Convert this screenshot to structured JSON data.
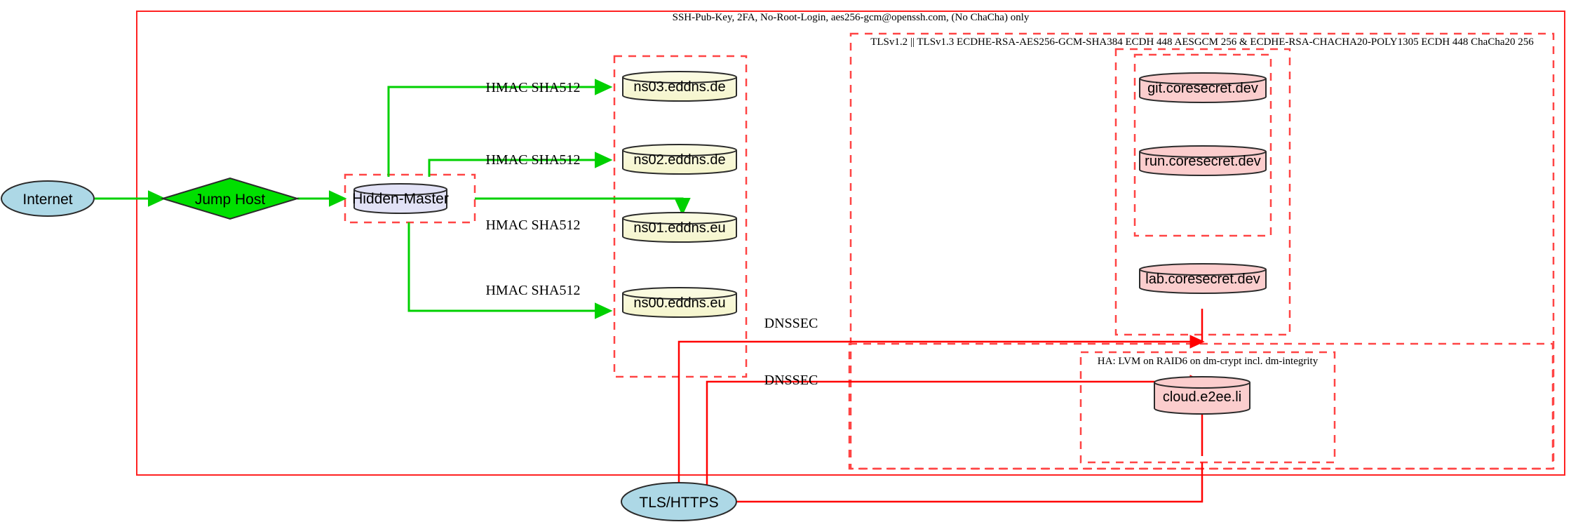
{
  "diagram": {
    "title_label": "SSH-Pub-Key, 2FA, No-Root-Login, aes256-gcm@openssh.com, (No ChaCha) only",
    "clusters": {
      "tls_ciphers": "TLSv1.2 || TLSv1.3 ECDHE-RSA-AES256-GCM-SHA384 ECDH 448 AESGCM 256 & ECDHE-RSA-CHACHA20-POLY1305 ECDH 448 ChaCha20 256",
      "ha_storage": "HA: LVM on RAID6 on dm-crypt incl. dm-integrity"
    },
    "nodes": {
      "internet": "Internet",
      "jump_host": "Jump Host",
      "hidden_master": "Hidden-Master",
      "ns03": "ns03.eddns.de",
      "ns02": "ns02.eddns.de",
      "ns01": "ns01.eddns.eu",
      "ns00": "ns00.eddns.eu",
      "git": "git.coresecret.dev",
      "run": "run.coresecret.dev",
      "lab": "lab.coresecret.dev",
      "cloud": "cloud.e2ee.li",
      "tls_https": "TLS/HTTPS"
    },
    "edges": {
      "hmac_ns03": "HMAC SHA512",
      "hmac_ns02": "HMAC SHA512",
      "hmac_ns01": "HMAC SHA512",
      "hmac_ns00": "HMAC SHA512",
      "dnssec_upper": "DNSSEC",
      "dnssec_lower": "DNSSEC"
    },
    "colors": {
      "internet_fill": "#add8e6",
      "jump_host_fill": "#00e000",
      "hidden_master_fill": "#e2e2f6",
      "dns_fill": "#f7f7d4",
      "service_fill": "#fbcdcd",
      "frame_stroke": "#ff2222",
      "green_edge": "#00d000",
      "red_edge": "#ff0000"
    }
  }
}
